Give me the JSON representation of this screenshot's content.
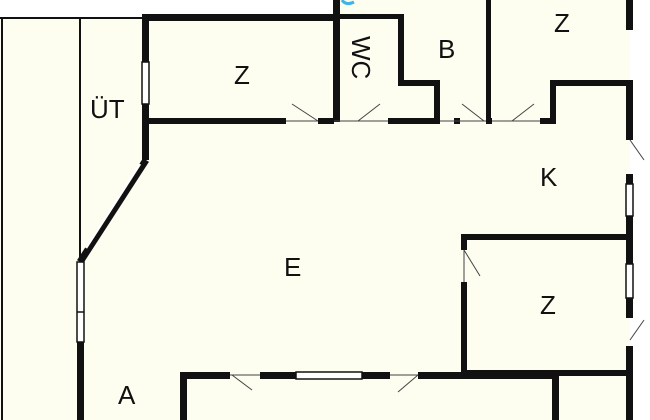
{
  "colors": {
    "floor": "#fdfdf0",
    "wall": "#111111",
    "exterior": "#ffffff",
    "accent": "#3fb4e6"
  },
  "rooms": {
    "ut": "ÜT",
    "z_top_left": "Z",
    "wc": "WC",
    "b": "B",
    "z_top_right": "Z",
    "k": "K",
    "e": "E",
    "z_right": "Z",
    "a": "A"
  }
}
